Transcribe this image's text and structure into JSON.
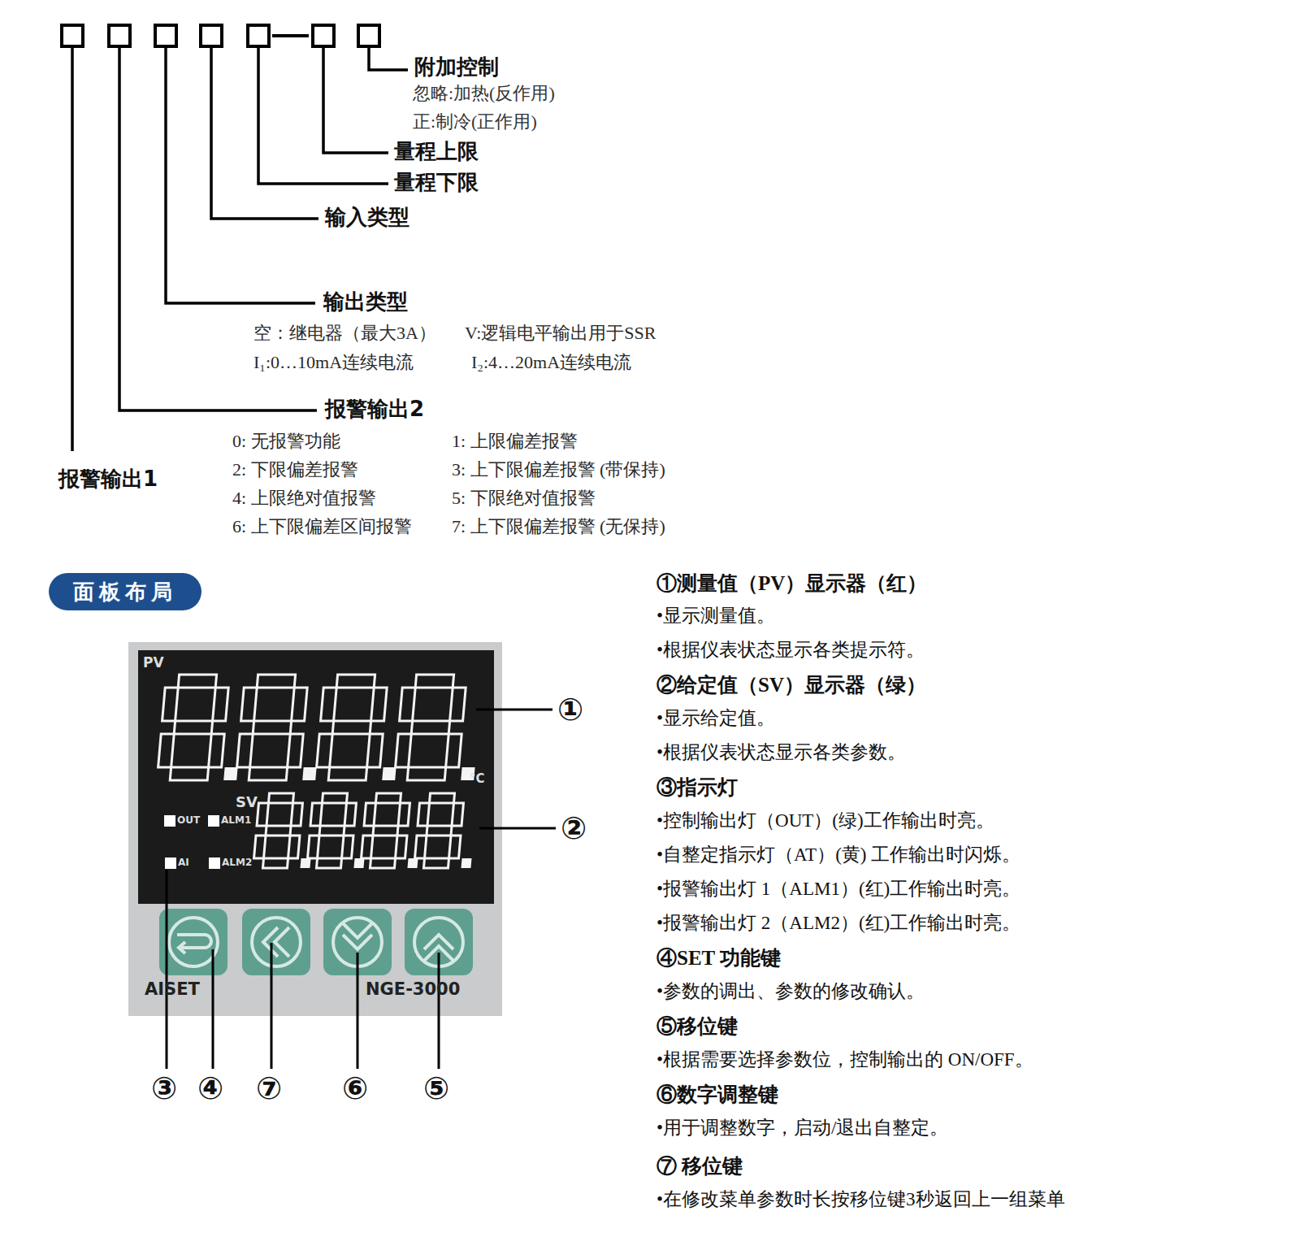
{
  "diagram": {
    "nodes": [
      {
        "text": [
          "面板布局"
        ]
      }
    ],
    "labels": [
      "附加控制",
      "忽略:加热(反作用)",
      "正:制冷(正作用)",
      "量程上限",
      "量程下限",
      "输入类型",
      "输出类型",
      "空：继电器（最大3A）",
      "V:逻辑电平输出用于SSR",
      "I₁:0…10mA连续电流",
      "I₂:4…20mA连续电流",
      "报警输出2",
      "0: 无报警功能",
      "1: 上限偏差报警",
      "2: 下限偏差报警",
      "3: 上下限偏差报警 (带保持)",
      "4: 上限绝对值报警",
      "5: 下限绝对值报警",
      "6: 上下限偏差区间报警",
      "7: 上下限偏差报警 (无保持)",
      "报警输出1",
      "PV",
      "°C",
      "SV",
      "OUT",
      "ALM1",
      "AI",
      "ALM2",
      "AISET",
      "NGE-3000",
      "①",
      "②",
      "③",
      "④",
      "⑦",
      "⑥",
      "⑤",
      "①测量值（PV）显示器（红）",
      "•显示测量值。",
      "•根据仪表状态显示各类提示符。",
      "②给定值（SV）显示器（绿）",
      "•显示给定值。",
      "•根据仪表状态显示各类参数。",
      "③指示灯",
      "•控制输出灯（OUT）(绿)工作输出时亮。",
      "•自整定指示灯（AT）(黄) 工作输出时闪烁。",
      "•报警输出灯 1（ALM1）(红)工作输出时亮。",
      "•报警输出灯 2（ALM2）(红)工作输出时亮。",
      "④SET 功能键",
      "•参数的调出、参数的修改确认。",
      "⑤移位键",
      "•根据需要选择参数位，控制输出的 ON/OFF。",
      "⑥数字调整键",
      "•用于调整数字，启动/退出自整定。",
      "⑦ 移位键",
      "•在修改菜单参数时长按移位键3秒返回上一组菜单"
    ]
  }
}
